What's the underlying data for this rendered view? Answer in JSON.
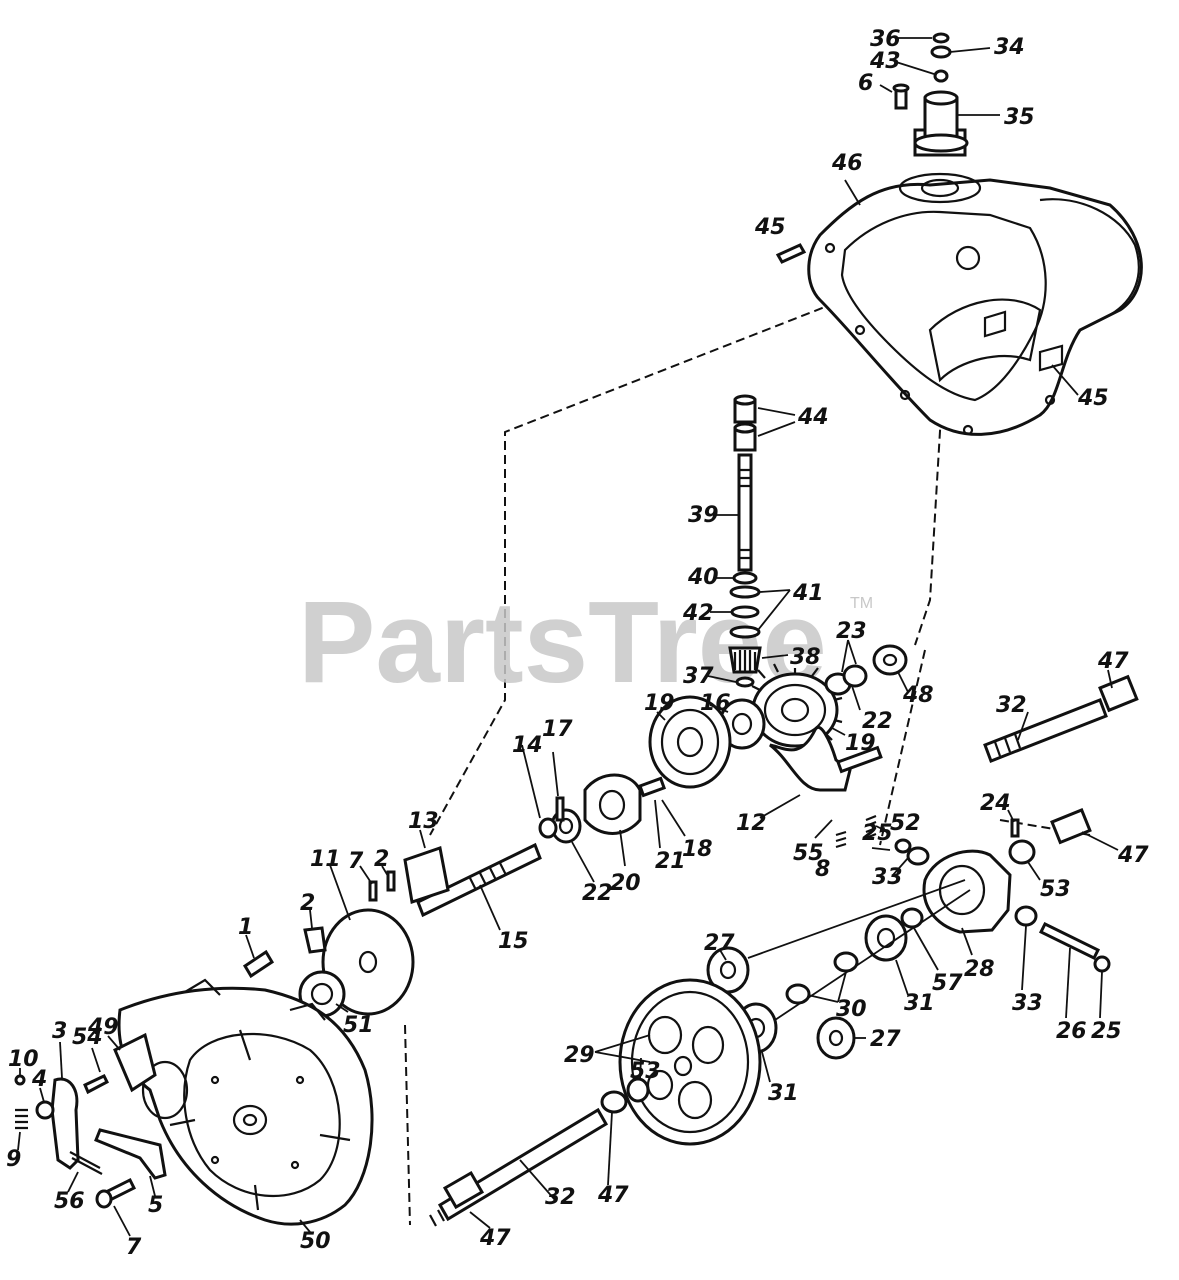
{
  "watermark": {
    "brand": "PartsTree",
    "trademark": "TM"
  },
  "labels": [
    "36",
    "34",
    "43",
    "6",
    "35",
    "46",
    "45",
    "45",
    "44",
    "39",
    "40",
    "41",
    "42",
    "23",
    "38",
    "48",
    "37",
    "22",
    "19",
    "16",
    "19",
    "17",
    "14",
    "52",
    "12",
    "25",
    "55",
    "8",
    "21",
    "18",
    "22",
    "20",
    "13",
    "2",
    "7",
    "11",
    "15",
    "2",
    "1",
    "51",
    "33",
    "53",
    "28",
    "47",
    "32",
    "47",
    "24",
    "33",
    "26",
    "25",
    "27",
    "31",
    "57",
    "30",
    "27",
    "29",
    "31",
    "53",
    "47",
    "32",
    "47",
    "49",
    "3",
    "54",
    "10",
    "4",
    "9",
    "56",
    "5",
    "7",
    "50"
  ]
}
